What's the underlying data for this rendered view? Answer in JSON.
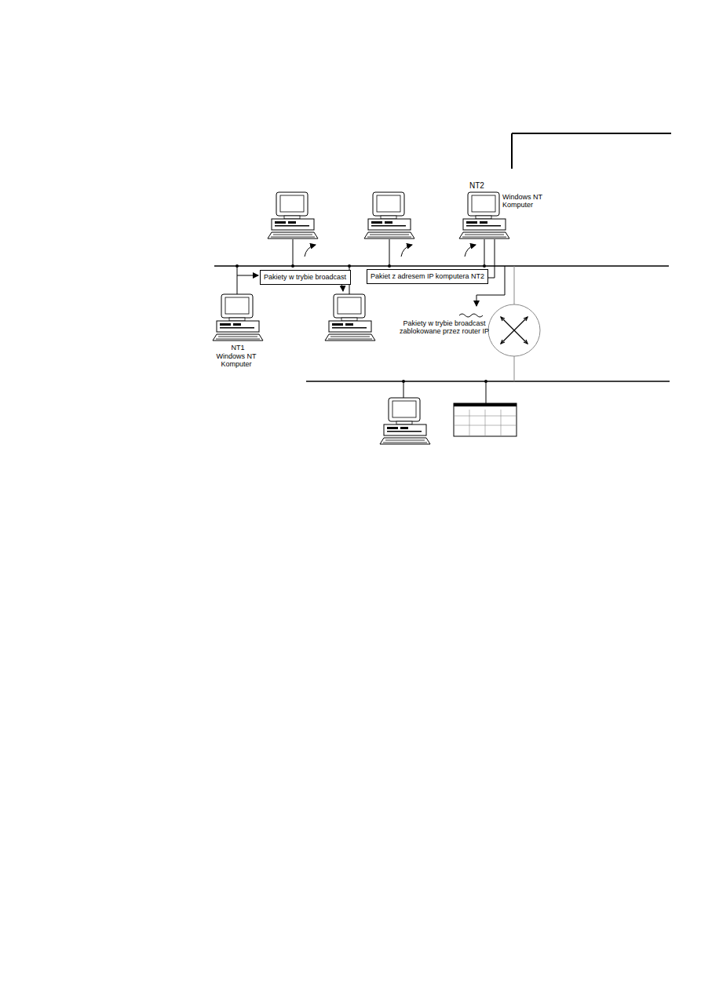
{
  "diagram": {
    "nodes": [
      {
        "text": [
          "Pakiety w trybie broadcast"
        ]
      },
      {
        "text": [
          "Pakiet z adresem IP komputera NT2"
        ]
      }
    ],
    "labels": [
      "NT2",
      "Windows NT Komputer",
      "Pakiety w trybie broadcast zablokowane przez router IP",
      "NT1",
      "Windows NT Komputer"
    ]
  }
}
